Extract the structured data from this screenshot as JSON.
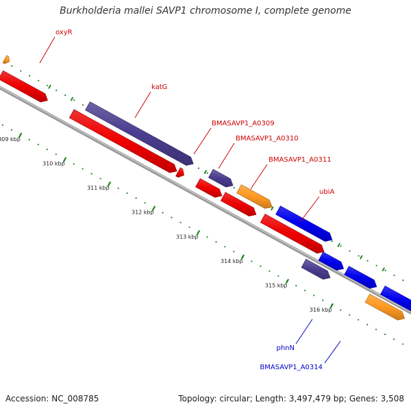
{
  "title": "Burkholderia mallei SAVP1 chromosome I, complete genome",
  "accession": "Accession: NC_008785",
  "topology": "Topology: circular; Length: 3,497,479 bp; Genes: 3,508",
  "colors": {
    "red": "#ee0000",
    "navy": "#4b3d8f",
    "orange": "#ff9922",
    "blue": "#0000ee",
    "backbone": "#808080",
    "tick": "#228822",
    "label_red": "#cc0000",
    "label_blue": "#0000cc"
  },
  "scale_ticks": [
    "309 kbp",
    "310 kbp",
    "311 kbp",
    "312 kbp",
    "313 kbp",
    "314 kbp",
    "315 kbp",
    "316 kbp"
  ],
  "genes": [
    {
      "name": "",
      "color": "orange"
    },
    {
      "name": "oxyR",
      "color": "red"
    },
    {
      "name": "katG",
      "color": "navy"
    },
    {
      "name": "",
      "color": "red"
    },
    {
      "name": "",
      "color": "red"
    },
    {
      "name": "BMASAVP1_A0309",
      "color": "navy"
    },
    {
      "name": "BMASAVP1_A0310",
      "color": "red"
    },
    {
      "name": "BMASAVP1_A0311",
      "color": "orange"
    },
    {
      "name": "",
      "color": "red"
    },
    {
      "name": "ubiA",
      "color": "blue"
    },
    {
      "name": "",
      "color": "red"
    },
    {
      "name": "phnN",
      "color": "navy"
    },
    {
      "name": "",
      "color": "blue"
    },
    {
      "name": "",
      "color": "blue"
    },
    {
      "name": "BMASAVP1_A0314",
      "color": "orange"
    },
    {
      "name": "",
      "color": "blue"
    }
  ]
}
